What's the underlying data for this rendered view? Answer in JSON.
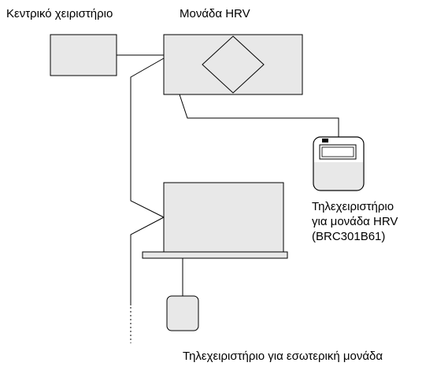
{
  "labels": {
    "central_controller": "Κεντρικό χειριστήριο",
    "hrv_unit": "Μονάδα HRV",
    "hrv_remote_line1": "Τηλεχειριστήριο",
    "hrv_remote_line2": "για μονάδα HRV",
    "hrv_remote_line3": "(BRC301B61)",
    "indoor_remote": "Τηλεχειριστήριο για εσωτερική μονάδα"
  },
  "colors": {
    "stroke": "#000000",
    "box_fill": "#e8e8e8",
    "remote_screen": "#ffffff"
  }
}
